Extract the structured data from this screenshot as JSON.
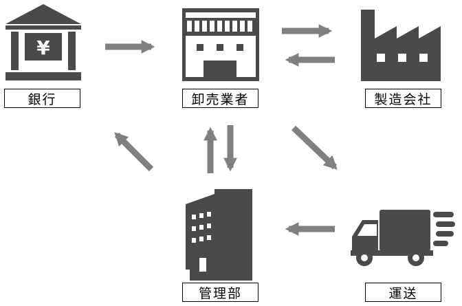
{
  "nodes": {
    "bank": {
      "label": "銀行",
      "icon": "bank-icon"
    },
    "wholesaler": {
      "label": "卸売業者",
      "icon": "store-icon"
    },
    "manufacturer": {
      "label": "製造会社",
      "icon": "factory-icon"
    },
    "management": {
      "label": "管理部",
      "icon": "office-building-icon"
    },
    "shipping": {
      "label": "運送",
      "icon": "delivery-truck-icon"
    }
  },
  "bank_symbol": "¥",
  "colors": {
    "icon": "#4a4a4a",
    "arrow": "#808080",
    "border": "#000000"
  }
}
